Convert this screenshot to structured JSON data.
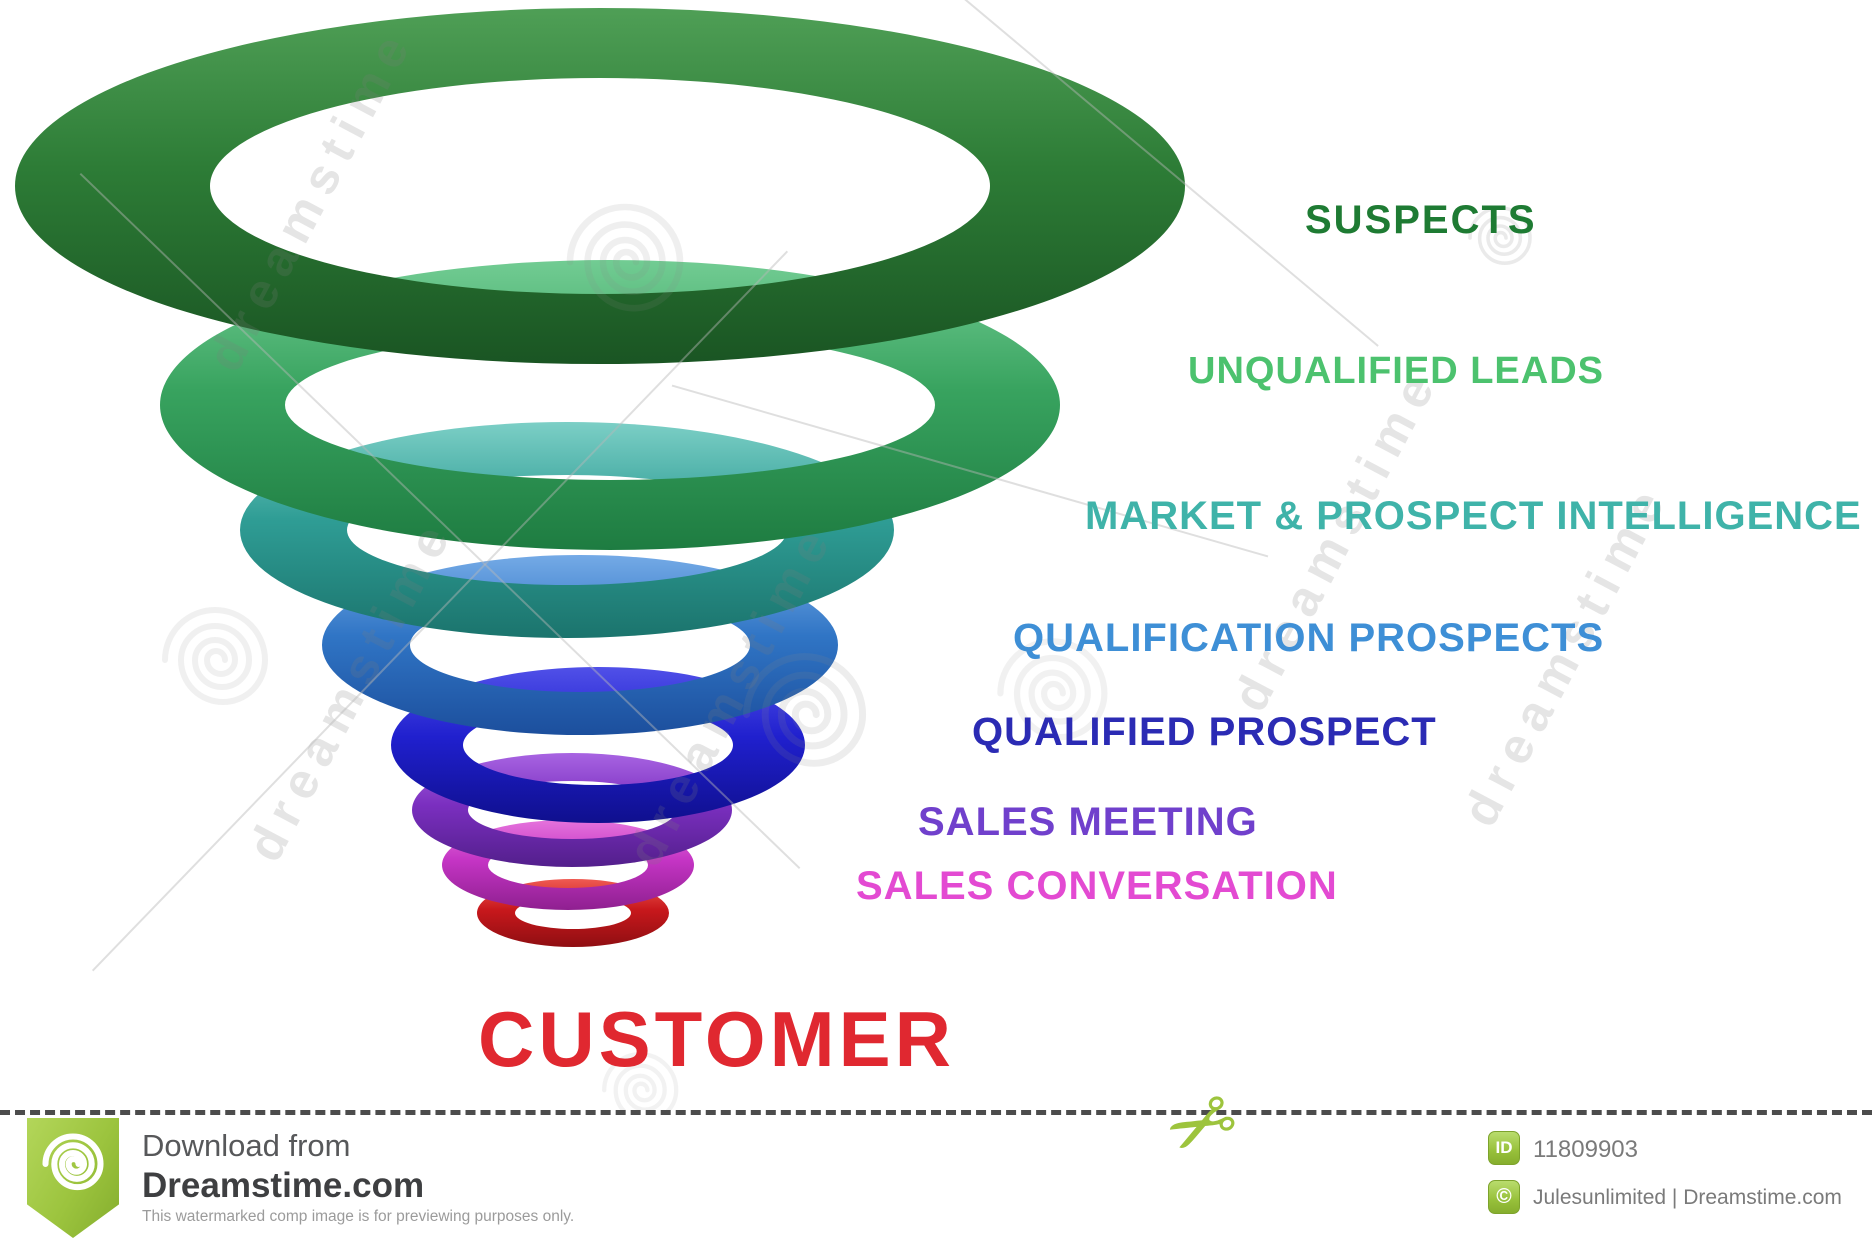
{
  "image": {
    "background": "#ffffff",
    "description": "3D spiral sales funnel made of stacked colored rings"
  },
  "funnel": {
    "levels": [
      {
        "label": "SUSPECTS",
        "label_color": "#1E7B33",
        "ring_colors": {
          "light": "#4F9F56",
          "mid": "#2D7C36",
          "dark": "#1A5523"
        }
      },
      {
        "label": "UNQUALIFIED LEADS",
        "label_color": "#4CC26E",
        "ring_colors": {
          "light": "#72CC93",
          "mid": "#38A35F",
          "dark": "#1E7C41"
        }
      },
      {
        "label": "MARKET & PROSPECT INTELLIGENCE",
        "label_color": "#3FB3A9",
        "ring_colors": {
          "light": "#7CCFC6",
          "mid": "#2F9D95",
          "dark": "#1B746D"
        }
      },
      {
        "label": "QUALIFICATION PROSPECTS",
        "label_color": "#3E8FD6",
        "ring_colors": {
          "light": "#74AAE6",
          "mid": "#3075C5",
          "dark": "#1C4F9D"
        }
      },
      {
        "label": "QUALIFIED PROSPECT",
        "label_color": "#2B2BB4",
        "ring_colors": {
          "light": "#5050E8",
          "mid": "#2020CE",
          "dark": "#0F0F8E"
        }
      },
      {
        "label": "SALES MEETING",
        "label_color": "#7040CC",
        "ring_colors": {
          "light": "#A864E2",
          "mid": "#7B2FC0",
          "dark": "#531F8C"
        }
      },
      {
        "label": "SALES CONVERSATION",
        "label_color": "#E34AD2",
        "ring_colors": {
          "light": "#E573DC",
          "mid": "#C434C4",
          "dark": "#8F2090"
        }
      },
      {
        "label": "CUSTOMER",
        "label_color": "#E02830",
        "ring_colors": {
          "light": "#EF5A52",
          "mid": "#C8181C",
          "dark": "#8F0E12"
        }
      }
    ]
  },
  "watermark": {
    "text": "dreamstime",
    "spiral_icon": "dreamstime-spiral"
  },
  "footer": {
    "download_from": "Download from",
    "site": "Dreamstime.com",
    "disclaimer": "This watermarked comp image is for previewing purposes only.",
    "id_badge_label": "ID",
    "image_id": "11809903",
    "copyright_badge_label": "©",
    "credit": "Julesunlimited | Dreamstime.com",
    "badge_color": "#9CC43E",
    "scissors_glyph": "✂"
  }
}
